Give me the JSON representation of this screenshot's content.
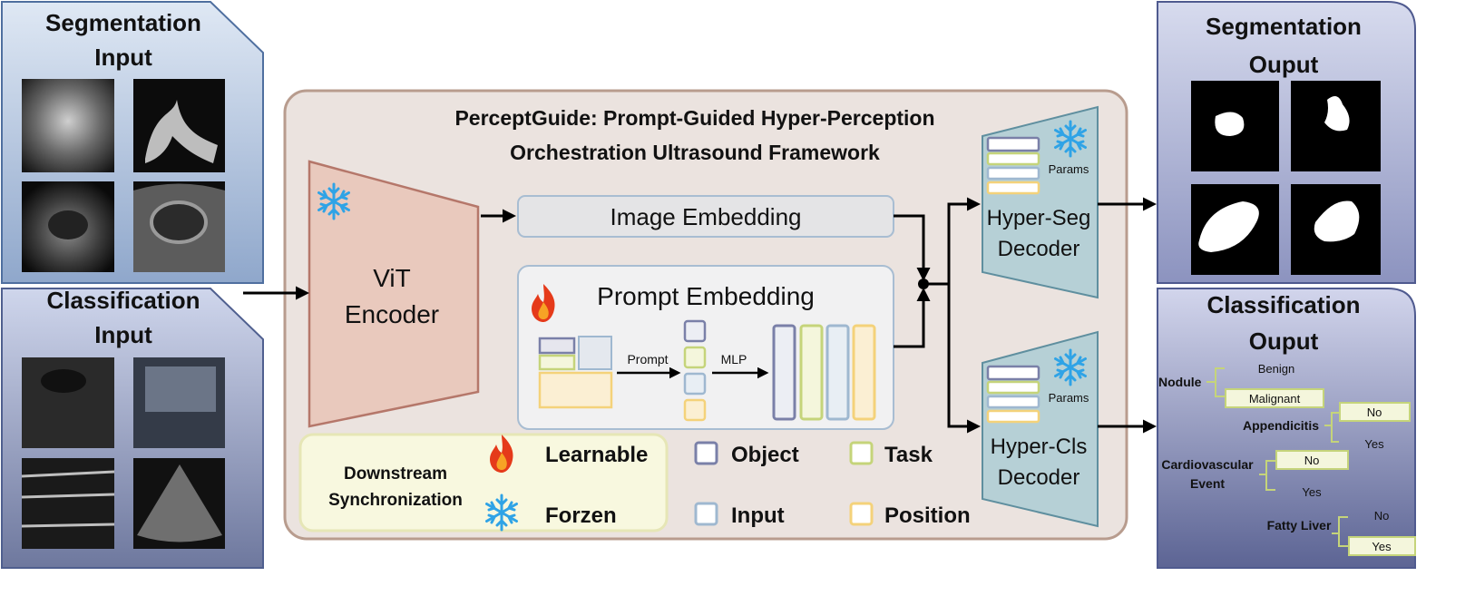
{
  "framework": {
    "title_line1": "PerceptGuide: Prompt-Guided Hyper-Perception",
    "title_line2": "Orchestration Ultrasound Framework"
  },
  "seg_input": {
    "line1": "Segmentation",
    "line2": "Input"
  },
  "cls_input": {
    "line1": "Classification",
    "line2": "Input"
  },
  "seg_output": {
    "line1": "Segmentation",
    "line2": "Ouput"
  },
  "cls_output": {
    "line1": "Classification",
    "line2": "Ouput"
  },
  "encoder": {
    "line1": "ViT",
    "line2": "Encoder"
  },
  "image_embedding": "Image Embedding",
  "prompt_embedding": {
    "title": "Prompt Embedding",
    "prompt_label": "Prompt",
    "mlp_label": "MLP"
  },
  "hyper_seg": {
    "line1": "Hyper-Seg",
    "line2": "Decoder",
    "params": "Params"
  },
  "hyper_cls": {
    "line1": "Hyper-Cls",
    "line2": "Decoder",
    "params": "Params"
  },
  "legend": {
    "sync_line1": "Downstream",
    "sync_line2": "Synchronization",
    "learnable": "Learnable",
    "frozen": "Forzen",
    "object": "Object",
    "task": "Task",
    "input": "Input",
    "position": "Position"
  },
  "classification_tree": {
    "nodule": "Nodule",
    "nodule_benign": "Benign",
    "nodule_malignant": "Malignant",
    "appendicitis": "Appendicitis",
    "appendicitis_no": "No",
    "appendicitis_yes": "Yes",
    "cardio_line1": "Cardiovascular",
    "cardio_line2": "Event",
    "cardio_no": "No",
    "cardio_yes": "Yes",
    "fatty": "Fatty Liver",
    "fatty_no": "No",
    "fatty_yes": "Yes"
  },
  "colors": {
    "object": "#7a80a8",
    "task": "#c5d47a",
    "input": "#9fb8d0",
    "position": "#f4d27a",
    "panel_bg": "#ebe3df",
    "encoder_fill": "#e9c9bd",
    "decoder_fill": "#b6d0d6",
    "input_panel": "#9fb3d4",
    "output_panel": "#8f94bf",
    "legend_bg": "#f8f8df"
  }
}
